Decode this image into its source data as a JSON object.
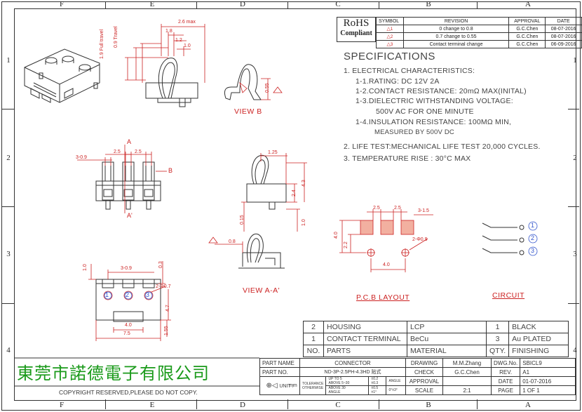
{
  "border": {
    "columns": [
      "F",
      "E",
      "D",
      "C",
      "B",
      "A"
    ],
    "rows": [
      "1",
      "2",
      "3",
      "4"
    ]
  },
  "rohs": {
    "line1": "RoHS",
    "line2": "Compliant"
  },
  "revision_table": {
    "headers": [
      "SYMBOL",
      "REVISION",
      "APPROVAL",
      "DATE"
    ],
    "rows": [
      {
        "symbol": "1",
        "revision": "0 change to 0.8",
        "approval": "G.C.Chen",
        "date": "08-07-2016"
      },
      {
        "symbol": "2",
        "revision": "0.7 change to 0.55",
        "approval": "G.C.Chen",
        "date": "08-07-2016"
      },
      {
        "symbol": "3",
        "revision": "Contact terminal change",
        "approval": "G.C.Chen",
        "date": "06-09-2016"
      }
    ]
  },
  "specifications": {
    "title": "SPECIFICATIONS",
    "lines": [
      "1. ELECTRICAL CHARACTERISTICS:",
      "1-1.RATING: DC 12V 2A",
      "1-2.CONTACT RESISTANCE: 20mΩ MAX(INITAL)",
      "1-3.DIELECTRIC WITHSTANDING VOLTAGE:",
      "500V AC FOR ONE MINUTE",
      "1-4.INSULATION RESISTANCE: 100MΩ MIN,",
      "MEASURED BY 500V DC",
      "2. LIFE TEST:MECHANICAL LIFE TEST 20,000 CYCLES.",
      "3. TEMPERATURE RISE : 30°C MAX"
    ]
  },
  "views": {
    "view_b": "VIEW B",
    "view_aa": "VIEW A-A'",
    "pcb_layout": "P.C.B LAYOUT",
    "circuit": "CIRCUIT"
  },
  "dimensions": {
    "top_left": [
      "2.6 max",
      "1.8",
      "1.2",
      "1.0",
      "1.9 Full travel",
      "0.9 Travel"
    ],
    "view_b": [
      "0.55"
    ],
    "front": [
      "3-0.9",
      "2.5",
      "2.5",
      "A",
      "B",
      "A'"
    ],
    "side": [
      "1.25",
      "2.4",
      "4.3",
      "0.15",
      "1.0"
    ],
    "view_aa": [
      "0.8"
    ],
    "bottom": [
      "1.0",
      "3-0.9",
      "0.3",
      "2-Φ0.7",
      "4.7",
      "4.0",
      "7.5",
      "1.55"
    ],
    "pcb": [
      "2.5",
      "2.5",
      "3-1.5",
      "4.0",
      "2.2",
      "2-Φ0.9",
      "4.0"
    ],
    "circuit_nodes": [
      "1",
      "2",
      "3"
    ]
  },
  "parts_list": {
    "rows": [
      {
        "no": "2",
        "part": "HOUSING",
        "material": "LCP",
        "qty": "1",
        "finishing": "BLACK"
      },
      {
        "no": "1",
        "part": "CONTACT TERMINAL",
        "material": "BeCu",
        "qty": "3",
        "finishing": "Au PLATED"
      },
      {
        "no": "NO.",
        "part": "PARTS",
        "material": "MATERIAL",
        "qty": "QTY.",
        "finishing": "FINISHING"
      }
    ]
  },
  "company_name": "東莞市諾德電子有限公司",
  "copyright": "COPYRIGHT RESERVED,PLEASE DO NOT COPY.",
  "title_block": {
    "part_name_label": "PART NAME",
    "part_name": "CONNECTOR",
    "part_no_label": "PART NO.",
    "part_no": "ND-3P-2.5PH-4.3HD 贴式",
    "unit_label": "UNIT :",
    "unit_value": "mm",
    "tolerance_label": "TOLERANCE",
    "otherwise_label": "OTHERWISE",
    "tol_rows": [
      "UP TO 5",
      "ABOVE 5~30",
      "ABOVE 30"
    ],
    "tol_values": [
      "±0.2",
      "±0.3",
      "±0.5"
    ],
    "angle_label": "ANGLE",
    "angle_value": "0°±3°",
    "angle_row_label": "ANGLE",
    "angle_row_value": "±1°",
    "drawing_label": "DRAWING",
    "drawing_by": "M.M.Zhang",
    "check_label": "CHECK",
    "check_by": "G.C.Chen",
    "approval_label": "APPROVAL",
    "scale_label": "SCALE",
    "scale_value": "2:1",
    "dwg_no_label": "DWG.No.",
    "dwg_no": "SBICL9",
    "rev_label": "REV.",
    "rev_value": "A1",
    "date_label": "DATE",
    "date_value": "01-07-2016",
    "page_label": "PAGE",
    "page_value": "1 OF 1"
  }
}
